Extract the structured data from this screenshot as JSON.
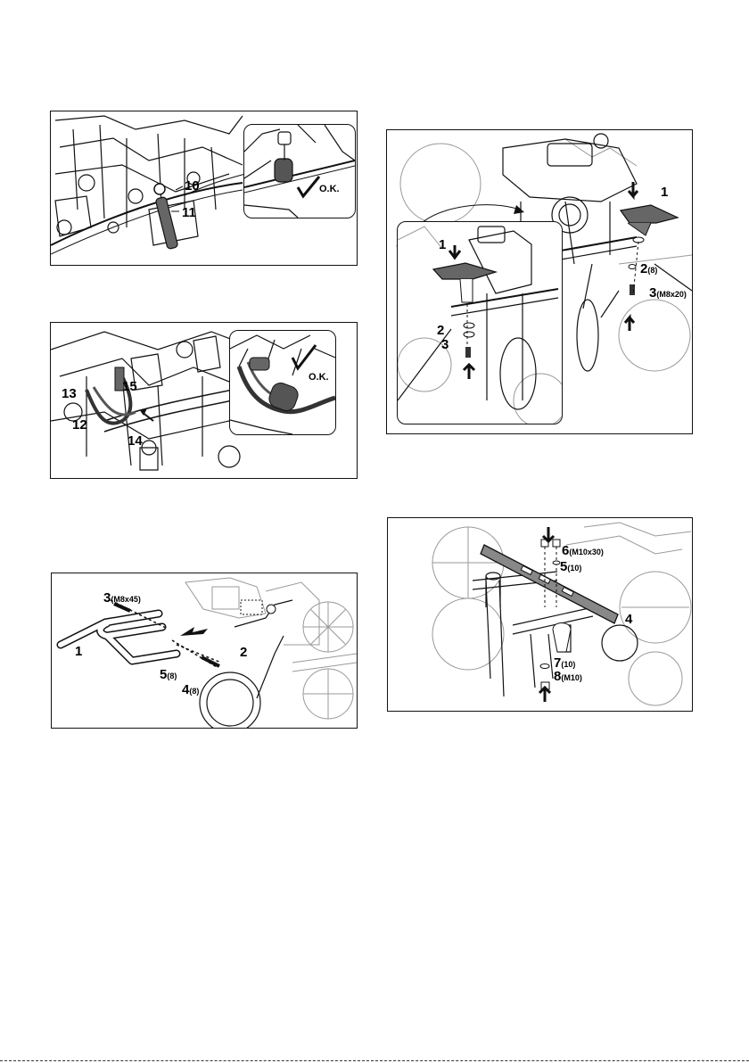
{
  "fig_a": {
    "callouts": [
      "10",
      "11"
    ],
    "ok_label": "O.K."
  },
  "fig_b": {
    "callouts": [
      "13",
      "15",
      "12",
      "14"
    ],
    "ok_label": "O.K."
  },
  "fig_c": {
    "c3": "3",
    "c3_spec": "(M8x45)",
    "c1": "1",
    "c2": "2",
    "c5": "5",
    "c5_spec": "(8)",
    "c4": "4",
    "c4_spec": "(8)"
  },
  "fig_d": {
    "c1": "1",
    "c2": "2",
    "c2_spec": "(8)",
    "c3": "3",
    "c3_spec": "(M8x20)",
    "inset_c1": "1",
    "inset_c2": "2",
    "inset_c3": "3"
  },
  "fig_e": {
    "c6": "6",
    "c6_spec": "(M10x30)",
    "c5": "5",
    "c5_spec": "(10)",
    "c4": "4",
    "c7": "7",
    "c7_spec": "(10)",
    "c8": "8",
    "c8_spec": "(M10)"
  },
  "colors": {
    "line": "#111111",
    "part_fill": "#555555",
    "light_line": "#999999"
  }
}
